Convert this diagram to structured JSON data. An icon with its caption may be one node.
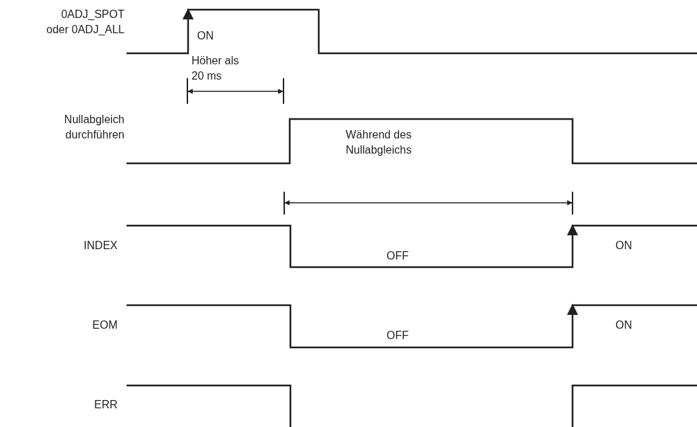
{
  "diagram": {
    "labels": [
      "0ADJ_SPOT oder 0ADJ_ALL",
      "ON",
      "Höher als 20 ms",
      "Nullabgleich durchführen",
      "Während des Nullabgleichs",
      "INDEX",
      "OFF",
      "ON",
      "EOM",
      "OFF",
      "ON",
      "ERR"
    ]
  }
}
